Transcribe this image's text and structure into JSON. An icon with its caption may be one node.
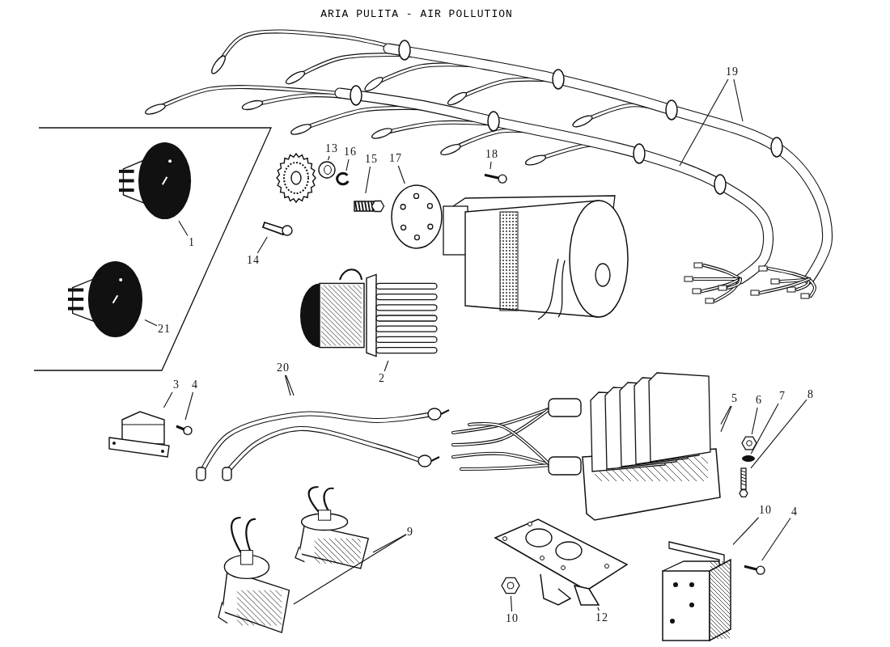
{
  "diagram": {
    "title": "ARIA PULITA - AIR POLLUTION",
    "nodes": [
      {
        "text": [
          "1"
        ]
      },
      {
        "text": [],
        "shape": "picture"
      },
      {
        "text": [
          "21"
        ]
      },
      {
        "text": [],
        "shape": "picture"
      },
      {
        "text": [
          "13"
        ]
      },
      {
        "text": [],
        "shape": "picture"
      },
      {
        "text": [
          "16"
        ]
      },
      {
        "text": [],
        "shape": "picture"
      },
      {
        "text": [
          "15"
        ]
      },
      {
        "text": [],
        "shape": "bar"
      },
      {
        "text": [
          "17"
        ]
      },
      {
        "text": [],
        "shape": "picture"
      },
      {
        "text": [
          "18"
        ]
      },
      {
        "text": [],
        "shape": "picture"
      },
      {
        "text": [
          "14"
        ]
      },
      {
        "text": [],
        "shape": "bar"
      },
      {
        "text": [
          "19"
        ]
      },
      {
        "text": [
          "2"
        ]
      },
      {
        "text": [],
        "shape": "picture"
      },
      {
        "text": [
          "20"
        ]
      },
      {
        "text": [],
        "shape": "picture"
      },
      {
        "text": [
          "3"
        ]
      },
      {
        "text": [],
        "shape": "picture"
      },
      {
        "text": [
          "4"
        ]
      },
      {
        "text": [],
        "shape": "bar"
      },
      {
        "text": [
          "5"
        ]
      },
      {
        "text": [],
        "shape": "picture"
      },
      {
        "text": [
          "6"
        ]
      },
      {
        "text": [],
        "shape": "picture"
      },
      {
        "text": [
          "7"
        ]
      },
      {
        "text": [],
        "shape": "circle"
      },
      {
        "text": [
          "8"
        ]
      },
      {
        "text": [],
        "shape": "picture"
      },
      {
        "text": [
          "9"
        ]
      },
      {
        "text": [],
        "shape": "picture"
      },
      {
        "text": [],
        "shape": "picture"
      },
      {
        "text": [
          "10"
        ]
      },
      {
        "text": [],
        "shape": "picture"
      },
      {
        "text": [
          "4"
        ]
      },
      {
        "text": [],
        "shape": "picture"
      },
      {
        "text": [
          "12"
        ]
      },
      {
        "text": [],
        "shape": "picture"
      },
      {
        "text": [
          "10"
        ]
      },
      {
        "text": [],
        "shape": "picture"
      }
    ],
    "edges": [
      {
        "from": 0,
        "to": 1,
        "arrow": "none"
      },
      {
        "from": 2,
        "to": 3,
        "arrow": "none"
      },
      {
        "from": 4,
        "to": 5,
        "arrow": "none"
      },
      {
        "from": 6,
        "to": 7,
        "arrow": "none"
      },
      {
        "from": 8,
        "to": 9,
        "arrow": "none"
      },
      {
        "from": 10,
        "to": 11,
        "arrow": "none"
      },
      {
        "from": 12,
        "to": 13,
        "arrow": "none"
      },
      {
        "from": 14,
        "to": 15,
        "arrow": "none"
      },
      {
        "from": 16,
        "to": null,
        "arrow": "none"
      },
      {
        "from": 16,
        "to": null,
        "arrow": "none"
      },
      {
        "from": 17,
        "to": 18,
        "arrow": "none"
      },
      {
        "from": 19,
        "to": 20,
        "arrow": "none"
      },
      {
        "from": 19,
        "to": 20,
        "arrow": "none"
      },
      {
        "from": 21,
        "to": 22,
        "arrow": "none"
      },
      {
        "from": 23,
        "to": 24,
        "arrow": "none"
      },
      {
        "from": 25,
        "to": 26,
        "arrow": "none"
      },
      {
        "from": 25,
        "to": 26,
        "arrow": "none"
      },
      {
        "from": 27,
        "to": 28,
        "arrow": "none"
      },
      {
        "from": 29,
        "to": 30,
        "arrow": "none"
      },
      {
        "from": 31,
        "to": 32,
        "arrow": "none"
      },
      {
        "from": 33,
        "to": 34,
        "arrow": "none"
      },
      {
        "from": 33,
        "to": 35,
        "arrow": "none"
      },
      {
        "from": 36,
        "to": 37,
        "arrow": "none"
      },
      {
        "from": 38,
        "to": 39,
        "arrow": "none"
      },
      {
        "from": 40,
        "to": 41,
        "arrow": "none"
      },
      {
        "from": 42,
        "to": 43,
        "arrow": "none"
      }
    ]
  }
}
